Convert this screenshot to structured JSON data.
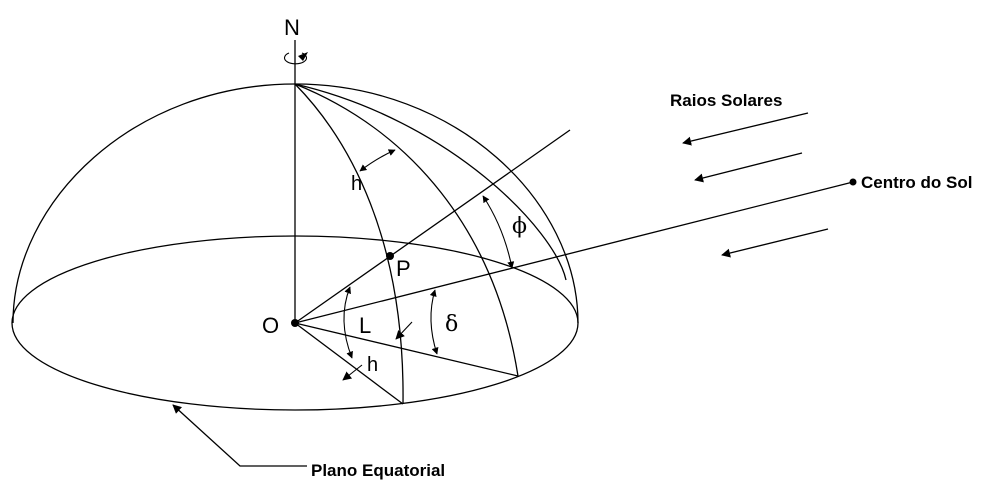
{
  "labels": {
    "north": "N",
    "origin": "O",
    "point": "P",
    "hour_angle_upper": "h",
    "hour_angle_lower": "h",
    "latitude": "L",
    "declination": "δ",
    "zenith": "ϕ",
    "sun_rays": "Raios Solares",
    "sun_center": "Centro do Sol",
    "equatorial_plane": "Plano Equatorial"
  }
}
